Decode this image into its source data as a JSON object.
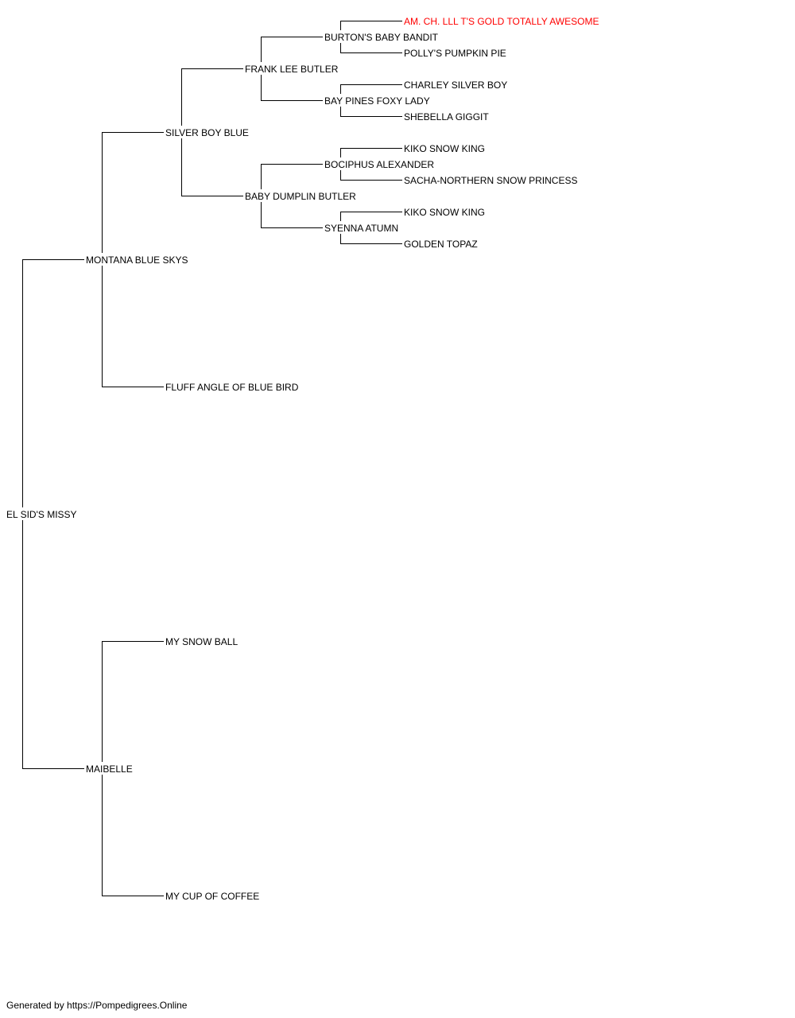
{
  "pedigree": {
    "name": "EL SID'S MISSY",
    "sire": {
      "name": "MONTANA BLUE SKYS",
      "sire": {
        "name": "SILVER BOY BLUE",
        "sire": {
          "name": "FRANK LEE BUTLER",
          "sire": {
            "name": "BURTON'S BABY BANDIT",
            "sire": {
              "name": "AM. CH. LLL T'S GOLD TOTALLY AWESOME",
              "highlight": true
            },
            "dam": {
              "name": "POLLY'S PUMPKIN PIE"
            }
          },
          "dam": {
            "name": "BAY PINES FOXY LADY",
            "sire": {
              "name": "CHARLEY SILVER BOY"
            },
            "dam": {
              "name": "SHEBELLA GIGGIT"
            }
          }
        },
        "dam": {
          "name": "BABY DUMPLIN BUTLER",
          "sire": {
            "name": "BOCIPHUS ALEXANDER",
            "sire": {
              "name": "KIKO SNOW KING"
            },
            "dam": {
              "name": "SACHA-NORTHERN SNOW PRINCESS"
            }
          },
          "dam": {
            "name": "SYENNA ATUMN",
            "sire": {
              "name": "KIKO SNOW KING"
            },
            "dam": {
              "name": "GOLDEN TOPAZ"
            }
          }
        }
      },
      "dam": {
        "name": "FLUFF ANGLE OF BLUE BIRD"
      }
    },
    "dam": {
      "name": "MAIBELLE",
      "sire": {
        "name": "MY SNOW BALL"
      },
      "dam": {
        "name": "MY CUP OF COFFEE"
      }
    }
  },
  "colors": {
    "highlight": "#ff0000",
    "line": "#000000",
    "text": "#000000"
  },
  "footer": "Generated by https://Pompedigrees.Online"
}
